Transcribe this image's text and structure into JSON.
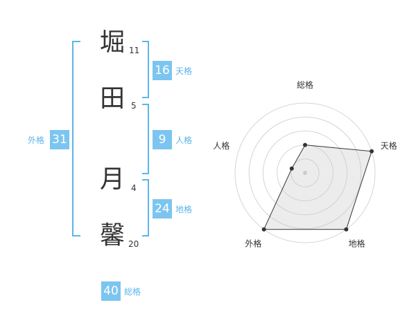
{
  "name": {
    "chars": [
      {
        "char": "堀",
        "strokes": "11"
      },
      {
        "char": "田",
        "strokes": "5"
      },
      {
        "char": "月",
        "strokes": "4"
      },
      {
        "char": "馨",
        "strokes": "20"
      }
    ]
  },
  "fortunes": {
    "tenkaku": {
      "value": "16",
      "label": "天格"
    },
    "jinkaku": {
      "value": "9",
      "label": "人格"
    },
    "chikaku": {
      "value": "24",
      "label": "地格"
    },
    "gaikaku": {
      "value": "31",
      "label": "外格"
    },
    "soukaku": {
      "value": "40",
      "label": "総格"
    }
  },
  "colors": {
    "accent": "#7cc5f0",
    "bracket": "#5bb5ea",
    "text": "#333333"
  },
  "chart_data": {
    "type": "radar",
    "axes": [
      "総格",
      "天格",
      "地格",
      "外格",
      "人格"
    ],
    "values": [
      2,
      5,
      5,
      5,
      1
    ],
    "max": 5,
    "grid_rings": 5,
    "grid": true
  }
}
